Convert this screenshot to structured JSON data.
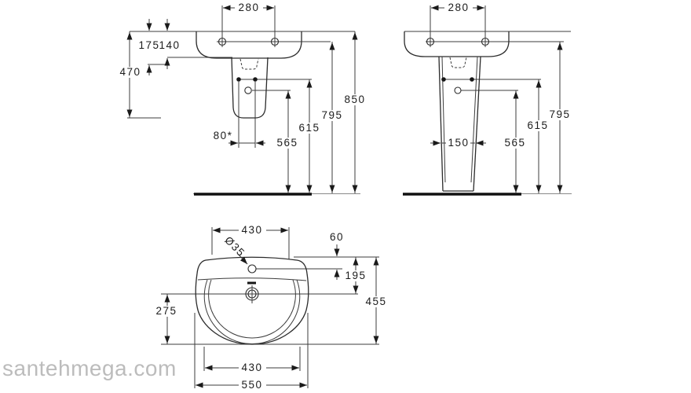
{
  "drawing": {
    "watermark": "santehmega.com",
    "semi_pedestal_view": {
      "hole_spacing": "280",
      "rim_drop_a": "175",
      "rim_drop_b": "140",
      "semi_pedestal_height": "470",
      "fixing_spacing": "80*",
      "trap_height": "565",
      "fixing_height": "615",
      "hole_height": "795",
      "rim_height": "850"
    },
    "pedestal_view": {
      "hole_spacing": "280",
      "pedestal_width": "150",
      "trap_height": "565",
      "fixing_height": "615",
      "hole_height": "795"
    },
    "plan_view": {
      "back_width": "430",
      "tap_offset": "60",
      "tap_hole_diameter": "Ø35",
      "back_to_drain": "195",
      "depth": "455",
      "drain_to_front": "275",
      "bowl_width": "430",
      "overall_width": "550"
    }
  }
}
